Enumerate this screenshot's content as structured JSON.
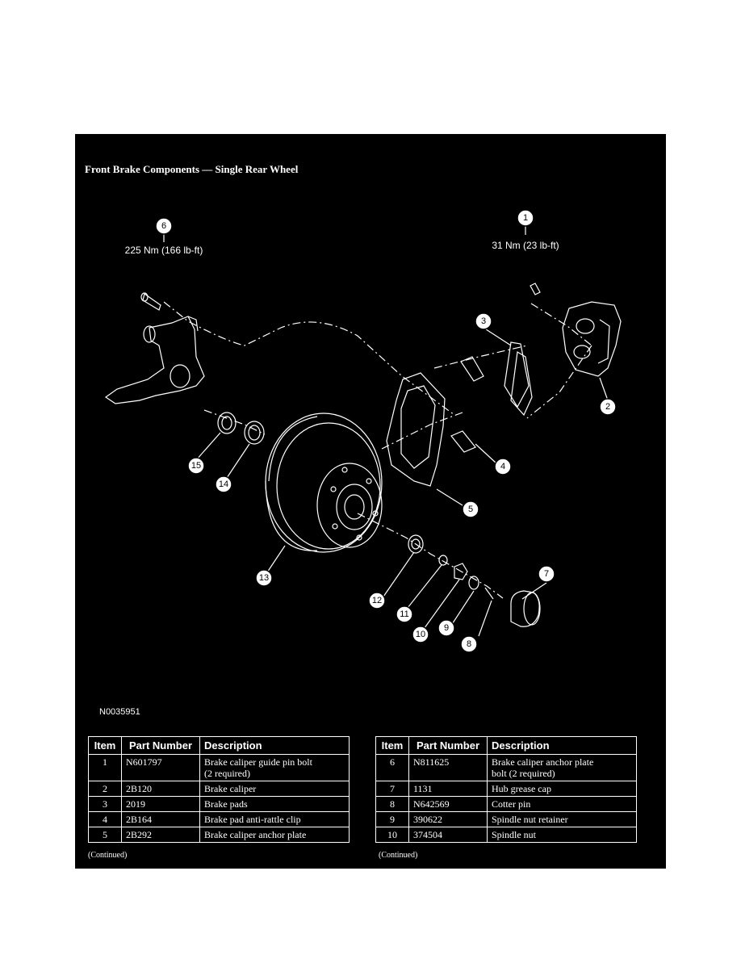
{
  "figure": {
    "title": "Front Brake Components — Single Rear Wheel",
    "figure_id": "N0035951",
    "callouts": [
      {
        "num": "1",
        "torque": "31 Nm (23 lb-ft)"
      },
      {
        "num": "2"
      },
      {
        "num": "3"
      },
      {
        "num": "4"
      },
      {
        "num": "5"
      },
      {
        "num": "6",
        "torque": "225 Nm (166 lb-ft)"
      },
      {
        "num": "7"
      },
      {
        "num": "8"
      },
      {
        "num": "9"
      },
      {
        "num": "10"
      },
      {
        "num": "11"
      },
      {
        "num": "12"
      },
      {
        "num": "13"
      },
      {
        "num": "14"
      },
      {
        "num": "15"
      }
    ]
  },
  "tables": {
    "headers": {
      "item": "Item",
      "part": "Part Number",
      "desc": "Description"
    },
    "continued": "(Continued)",
    "left": [
      {
        "item": "1",
        "part": "N601797",
        "desc": "Brake caliper guide pin bolt",
        "desc2": "(2 required)"
      },
      {
        "item": "2",
        "part": "2B120",
        "desc": "Brake caliper",
        "desc2": ""
      },
      {
        "item": "3",
        "part": "2019",
        "desc": "Brake pads",
        "desc2": ""
      },
      {
        "item": "4",
        "part": "2B164",
        "desc": "Brake pad anti-rattle clip",
        "desc2": ""
      },
      {
        "item": "5",
        "part": "2B292",
        "desc": "Brake caliper anchor plate",
        "desc2": ""
      }
    ],
    "right": [
      {
        "item": "6",
        "part": "N811625",
        "desc": "Brake caliper anchor plate",
        "desc2": "bolt (2 required)"
      },
      {
        "item": "7",
        "part": "1131",
        "desc": "Hub grease cap",
        "desc2": ""
      },
      {
        "item": "8",
        "part": "N642569",
        "desc": "Cotter pin",
        "desc2": ""
      },
      {
        "item": "9",
        "part": "390622",
        "desc": "Spindle nut retainer",
        "desc2": ""
      },
      {
        "item": "10",
        "part": "374504",
        "desc": "Spindle nut",
        "desc2": ""
      }
    ]
  }
}
